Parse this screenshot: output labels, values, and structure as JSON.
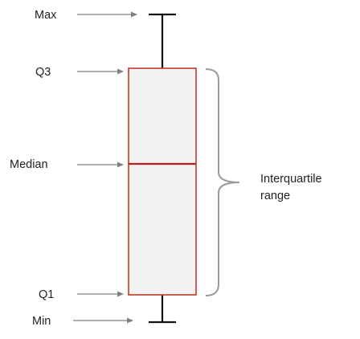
{
  "labels": {
    "max": "Max",
    "q3": "Q3",
    "median": "Median",
    "q1": "Q1",
    "min": "Min",
    "iqr_line1": "Interquartile",
    "iqr_line2": "range"
  },
  "colors": {
    "box_fill": "#f2f2f2",
    "box_stroke": "#c0392b",
    "median_line": "#b22222",
    "whisker": "#111111",
    "arrow": "#808080",
    "brace": "#9a9a9a",
    "text": "#222222"
  }
}
